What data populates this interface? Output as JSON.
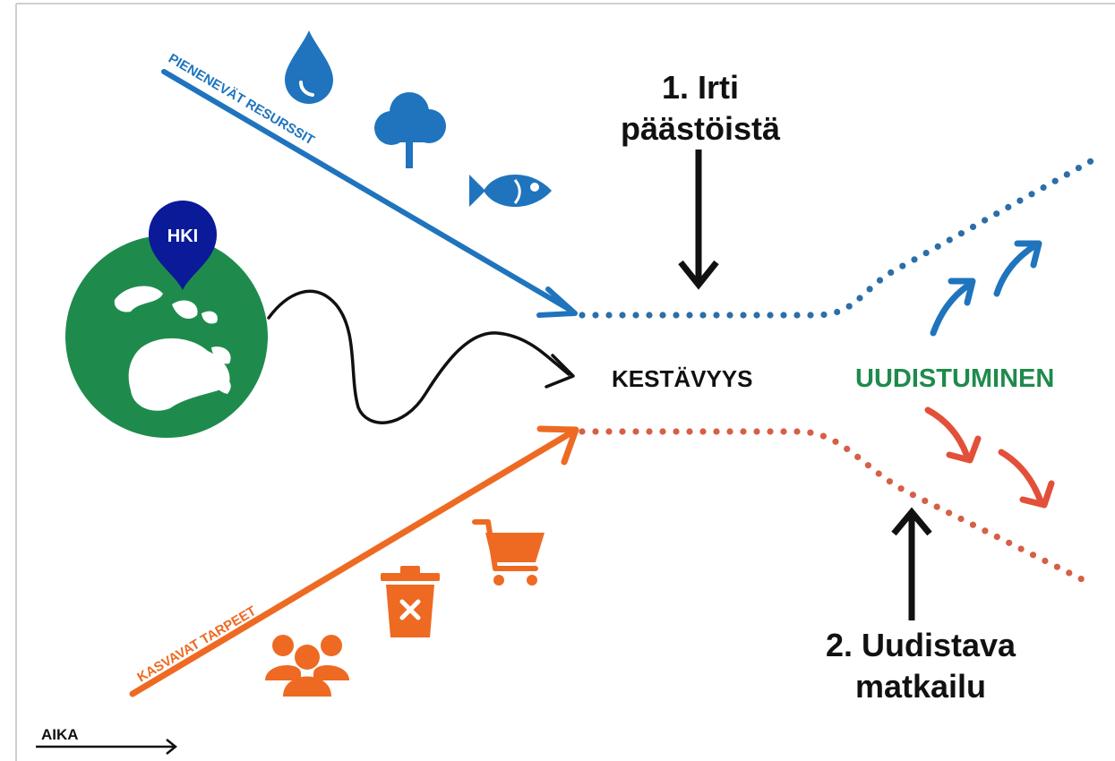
{
  "colors": {
    "blue": "#1f74bd",
    "dot_blue": "#2c6ea8",
    "orange": "#ee6a22",
    "dot_orange": "#d65f45",
    "red_arrow": "#e2503a",
    "green": "#1e8b4c",
    "navy": "#0a1a99",
    "black": "#111111"
  },
  "labels": {
    "resources": "PIENENEVÄT RESURSSIT",
    "needs": "KASVAVAT TARPEET",
    "center": "KESTÄVYYS",
    "renewal": "UUDISTUMINEN",
    "step1_line1": "1. Irti",
    "step1_line2": "päästöistä",
    "step2_line1": "2. Uudistava",
    "step2_line2": "matkailu",
    "time": "AIKA",
    "pin": "HKI"
  },
  "icons": {
    "resources": [
      "water-drop-icon",
      "tree-icon",
      "fish-icon"
    ],
    "needs": [
      "people-icon",
      "trash-bin-icon",
      "shopping-cart-icon"
    ],
    "globe": "globe-icon",
    "pin": "location-pin-icon"
  }
}
